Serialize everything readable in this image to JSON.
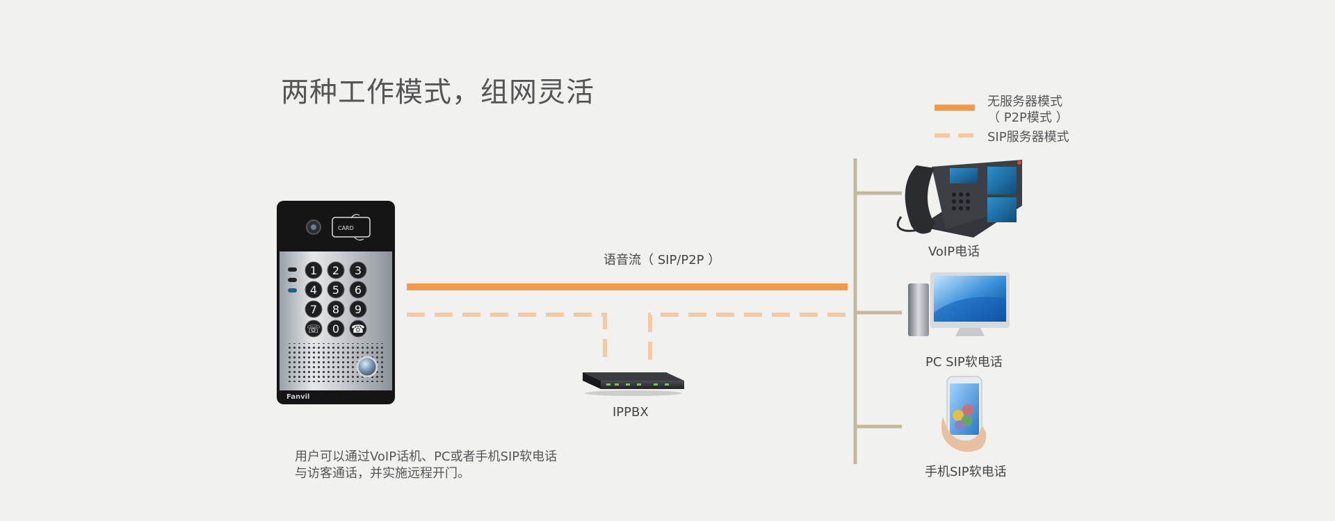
{
  "title": "两种工作模式，组网灵活",
  "legend": {
    "p2p_line1": "无服务器模式",
    "p2p_line2": "（ P2P模式 ）",
    "sip": "SIP服务器模式"
  },
  "stream_label": "语音流（ SIP/P2P ）",
  "ippbx_label": "IPPBX",
  "devices": {
    "voip_phone": "VoIP电话",
    "pc_soft": "PC SIP软电话",
    "mobile_soft": "手机SIP软电话"
  },
  "description": {
    "line1": "用户可以通过VoIP话机、PC或者手机SIP软电话",
    "line2": "与访客通话，并实施远程开门。"
  },
  "intercom": {
    "card_text": "CARD",
    "brand": "Fanvil",
    "keys": [
      "1",
      "2",
      "3",
      "4",
      "5",
      "6",
      "7",
      "8",
      "9",
      "☏",
      "0",
      "☎"
    ]
  },
  "colors": {
    "p2p": "#f19a4a",
    "sip": "#f6c9a1",
    "bus": "#c3b99a"
  }
}
